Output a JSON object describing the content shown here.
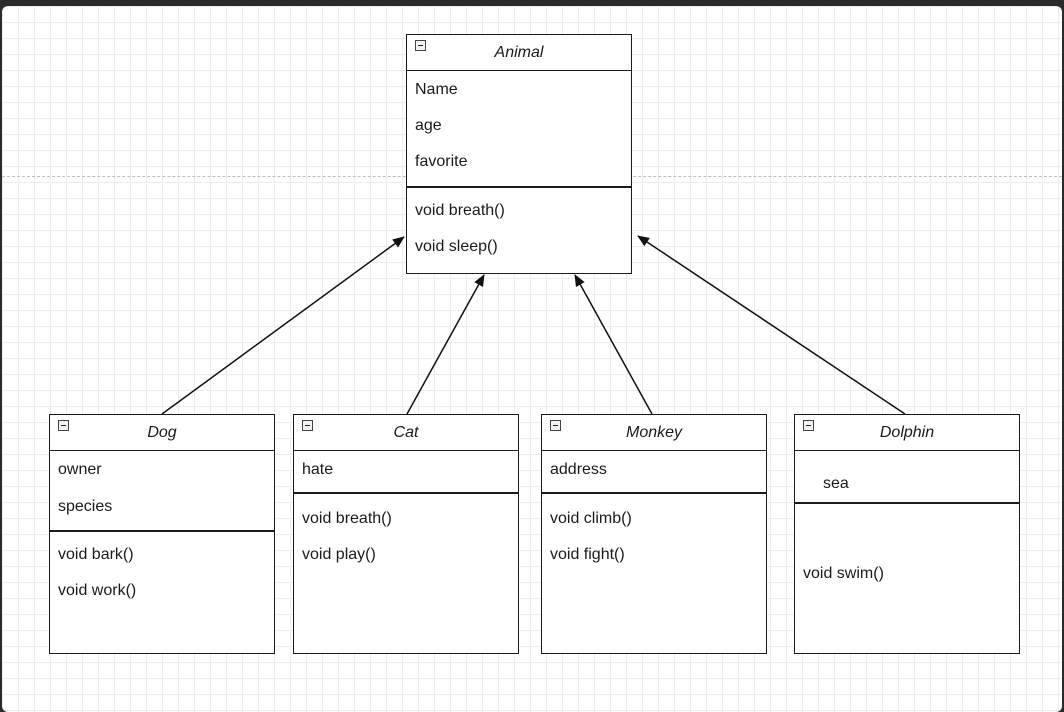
{
  "diagram": {
    "classes": [
      {
        "id": "animal",
        "name": "Animal",
        "attributes": [
          "Name",
          "age",
          "favorite"
        ],
        "methods": [
          "void breath()",
          "void sleep()"
        ]
      },
      {
        "id": "dog",
        "name": "Dog",
        "attributes": [
          "owner",
          "species"
        ],
        "methods": [
          "void bark()",
          "void work()"
        ]
      },
      {
        "id": "cat",
        "name": "Cat",
        "attributes": [
          "hate"
        ],
        "methods": [
          "void breath()",
          "void play()"
        ]
      },
      {
        "id": "monkey",
        "name": "Monkey",
        "attributes": [
          "address"
        ],
        "methods": [
          "void climb()",
          "void fight()"
        ]
      },
      {
        "id": "dolphin",
        "name": "Dolphin",
        "attributes": [
          "sea"
        ],
        "methods": [
          "void swim()"
        ]
      }
    ],
    "relations": [
      {
        "type": "inheritance",
        "from": "dog",
        "to": "animal"
      },
      {
        "type": "inheritance",
        "from": "cat",
        "to": "animal"
      },
      {
        "type": "inheritance",
        "from": "monkey",
        "to": "animal"
      },
      {
        "type": "inheritance",
        "from": "dolphin",
        "to": "animal"
      }
    ]
  }
}
